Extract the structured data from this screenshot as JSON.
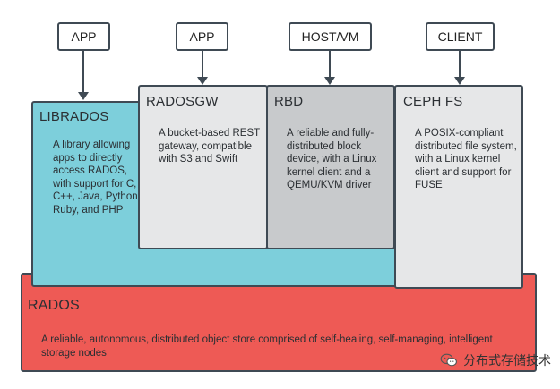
{
  "top_labels": [
    "APP",
    "APP",
    "HOST/VM",
    "CLIENT"
  ],
  "rados": {
    "title": "RADOS",
    "desc": "A reliable, autonomous, distributed object store comprised of self-healing, self-managing, intelligent storage nodes",
    "color": "#ee5a55"
  },
  "librados": {
    "title": "LIBRADOS",
    "desc": "A library allowing apps to directly access RADOS, with support for C, C++, Java, Python, Ruby, and PHP",
    "color": "#7dcfdb"
  },
  "radosgw": {
    "title": "RADOSGW",
    "desc": "A bucket-based REST gateway, compatible with S3 and Swift",
    "color": "#e6e7e8"
  },
  "rbd": {
    "title": "RBD",
    "desc": "A reliable and fully-distributed block device, with a Linux kernel client and a QEMU/KVM driver",
    "color": "#c8cacc"
  },
  "cephfs": {
    "title": "CEPH FS",
    "desc": "A POSIX-compliant distributed file system, with a Linux kernel client and support for FUSE",
    "color": "#e6e7e8"
  },
  "watermark": {
    "text": "分布式存储技术",
    "icon": "wechat-icon"
  }
}
